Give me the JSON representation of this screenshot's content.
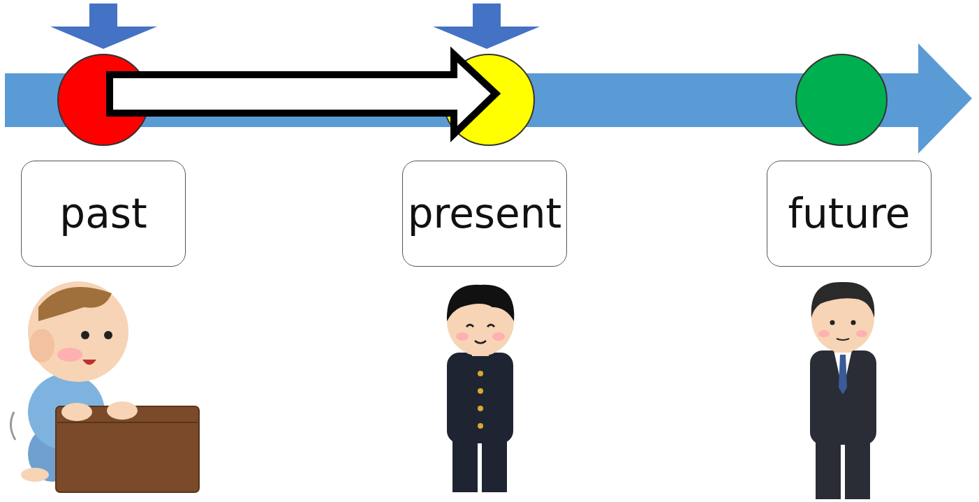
{
  "diagram": {
    "nodes": [
      {
        "text": [
          "past"
        ]
      },
      {
        "text": [
          "present"
        ]
      },
      {
        "text": [
          "future"
        ]
      }
    ]
  }
}
